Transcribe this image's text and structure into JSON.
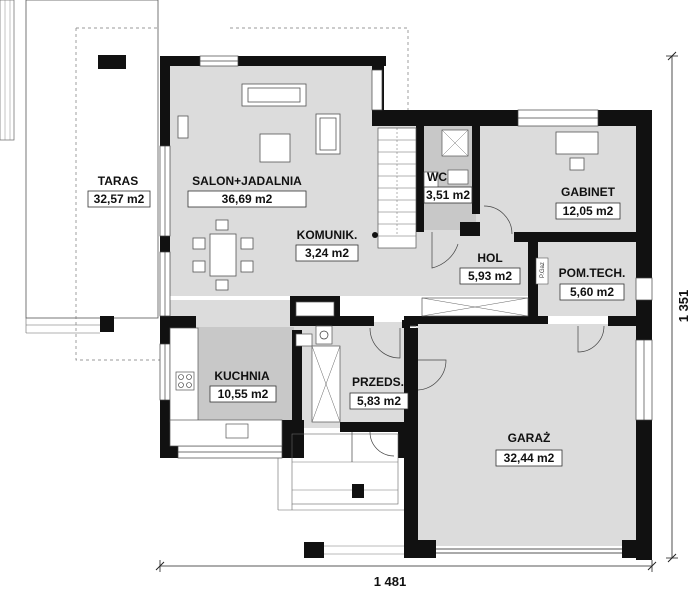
{
  "rooms": {
    "taras": {
      "name": "TARAS",
      "area": "32,57 m2"
    },
    "salon": {
      "name": "SALON+JADALNIA",
      "area": "36,69 m2"
    },
    "komunik": {
      "name": "KOMUNIK.",
      "area": "3,24 m2"
    },
    "wc": {
      "name": "WC",
      "area": "3,51 m2"
    },
    "gabinet": {
      "name": "GABINET",
      "area": "12,05 m2"
    },
    "hol": {
      "name": "HOL",
      "area": "5,93 m2"
    },
    "pomtech": {
      "name": "POM.TECH.",
      "area": "5,60 m2"
    },
    "kuchnia": {
      "name": "KUCHNIA",
      "area": "10,55 m2"
    },
    "przeds": {
      "name": "PRZEDS.",
      "area": "5,83 m2"
    },
    "garaz": {
      "name": "GARAŻ",
      "area": "32,44 m2"
    }
  },
  "labels": {
    "pgaz": "P.Gaz"
  },
  "dimensions": {
    "width": "1 481",
    "height": "1 351"
  },
  "colors": {
    "floor": "#dcdcdc",
    "kitchen_floor": "#c8c8c8",
    "wall": "#111111",
    "background": "#ffffff"
  }
}
